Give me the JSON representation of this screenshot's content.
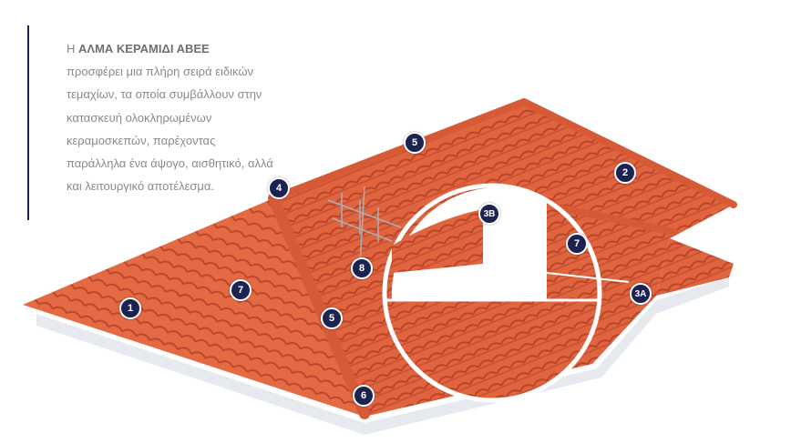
{
  "intro": {
    "prefix": "Η",
    "company": "ΑΛΜΑ ΚΕΡΑΜΙΔΙ ΑΒΕΕ",
    "body": "προσφέρει μια πλήρη σειρά ειδικών τεμαχίων, τα οποία συμβάλλουν στην κατασκευή ολοκληρωμένων κεραμοσκεπών, παρέχοντας παράλληλα ένα άψογο, αισθητικό, αλλά και λειτουργικό αποτέλεσμα."
  },
  "colors": {
    "tile": "#e0653f",
    "tile_dark": "#b9442a",
    "marker": "#1d2350",
    "base": "#e9ecf0"
  },
  "markers": [
    {
      "label": "1"
    },
    {
      "label": "2"
    },
    {
      "label": "3B"
    },
    {
      "label": "3A"
    },
    {
      "label": "4"
    },
    {
      "label": "5"
    },
    {
      "label": "5"
    },
    {
      "label": "6"
    },
    {
      "label": "7"
    },
    {
      "label": "7"
    },
    {
      "label": "8"
    }
  ]
}
